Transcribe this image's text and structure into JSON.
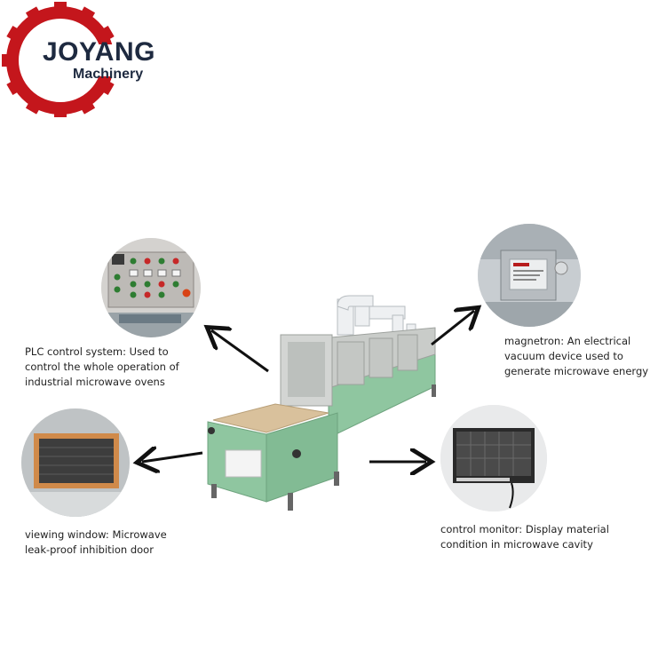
{
  "logo": {
    "brand": "JOYANG",
    "sub": "Machinery",
    "colors": {
      "gear": "#c4161c",
      "text": "#1e2a40"
    }
  },
  "captions": {
    "plc": [
      "PLC control system:  Used to",
      "control the whole operation of",
      "industrial microwave ovens"
    ],
    "magnetron": [
      "magnetron:  An electrical",
      "vacuum device used to",
      "generate microwave energy"
    ],
    "viewing": [
      "viewing window:  Microwave",
      "leak-proof inhibition door"
    ],
    "monitor": [
      "control monitor:  Display material",
      "condition in microwave cavity"
    ]
  },
  "colors": {
    "machine_green": "#8fc6a0",
    "machine_steel": "#c9ccc9",
    "belt": "#d9c19c",
    "arrow": "#111111"
  },
  "icons": [
    "gear-logo-icon",
    "plc-panel-image",
    "magnetron-image",
    "viewing-window-image",
    "control-monitor-image",
    "microwave-machine-image"
  ]
}
